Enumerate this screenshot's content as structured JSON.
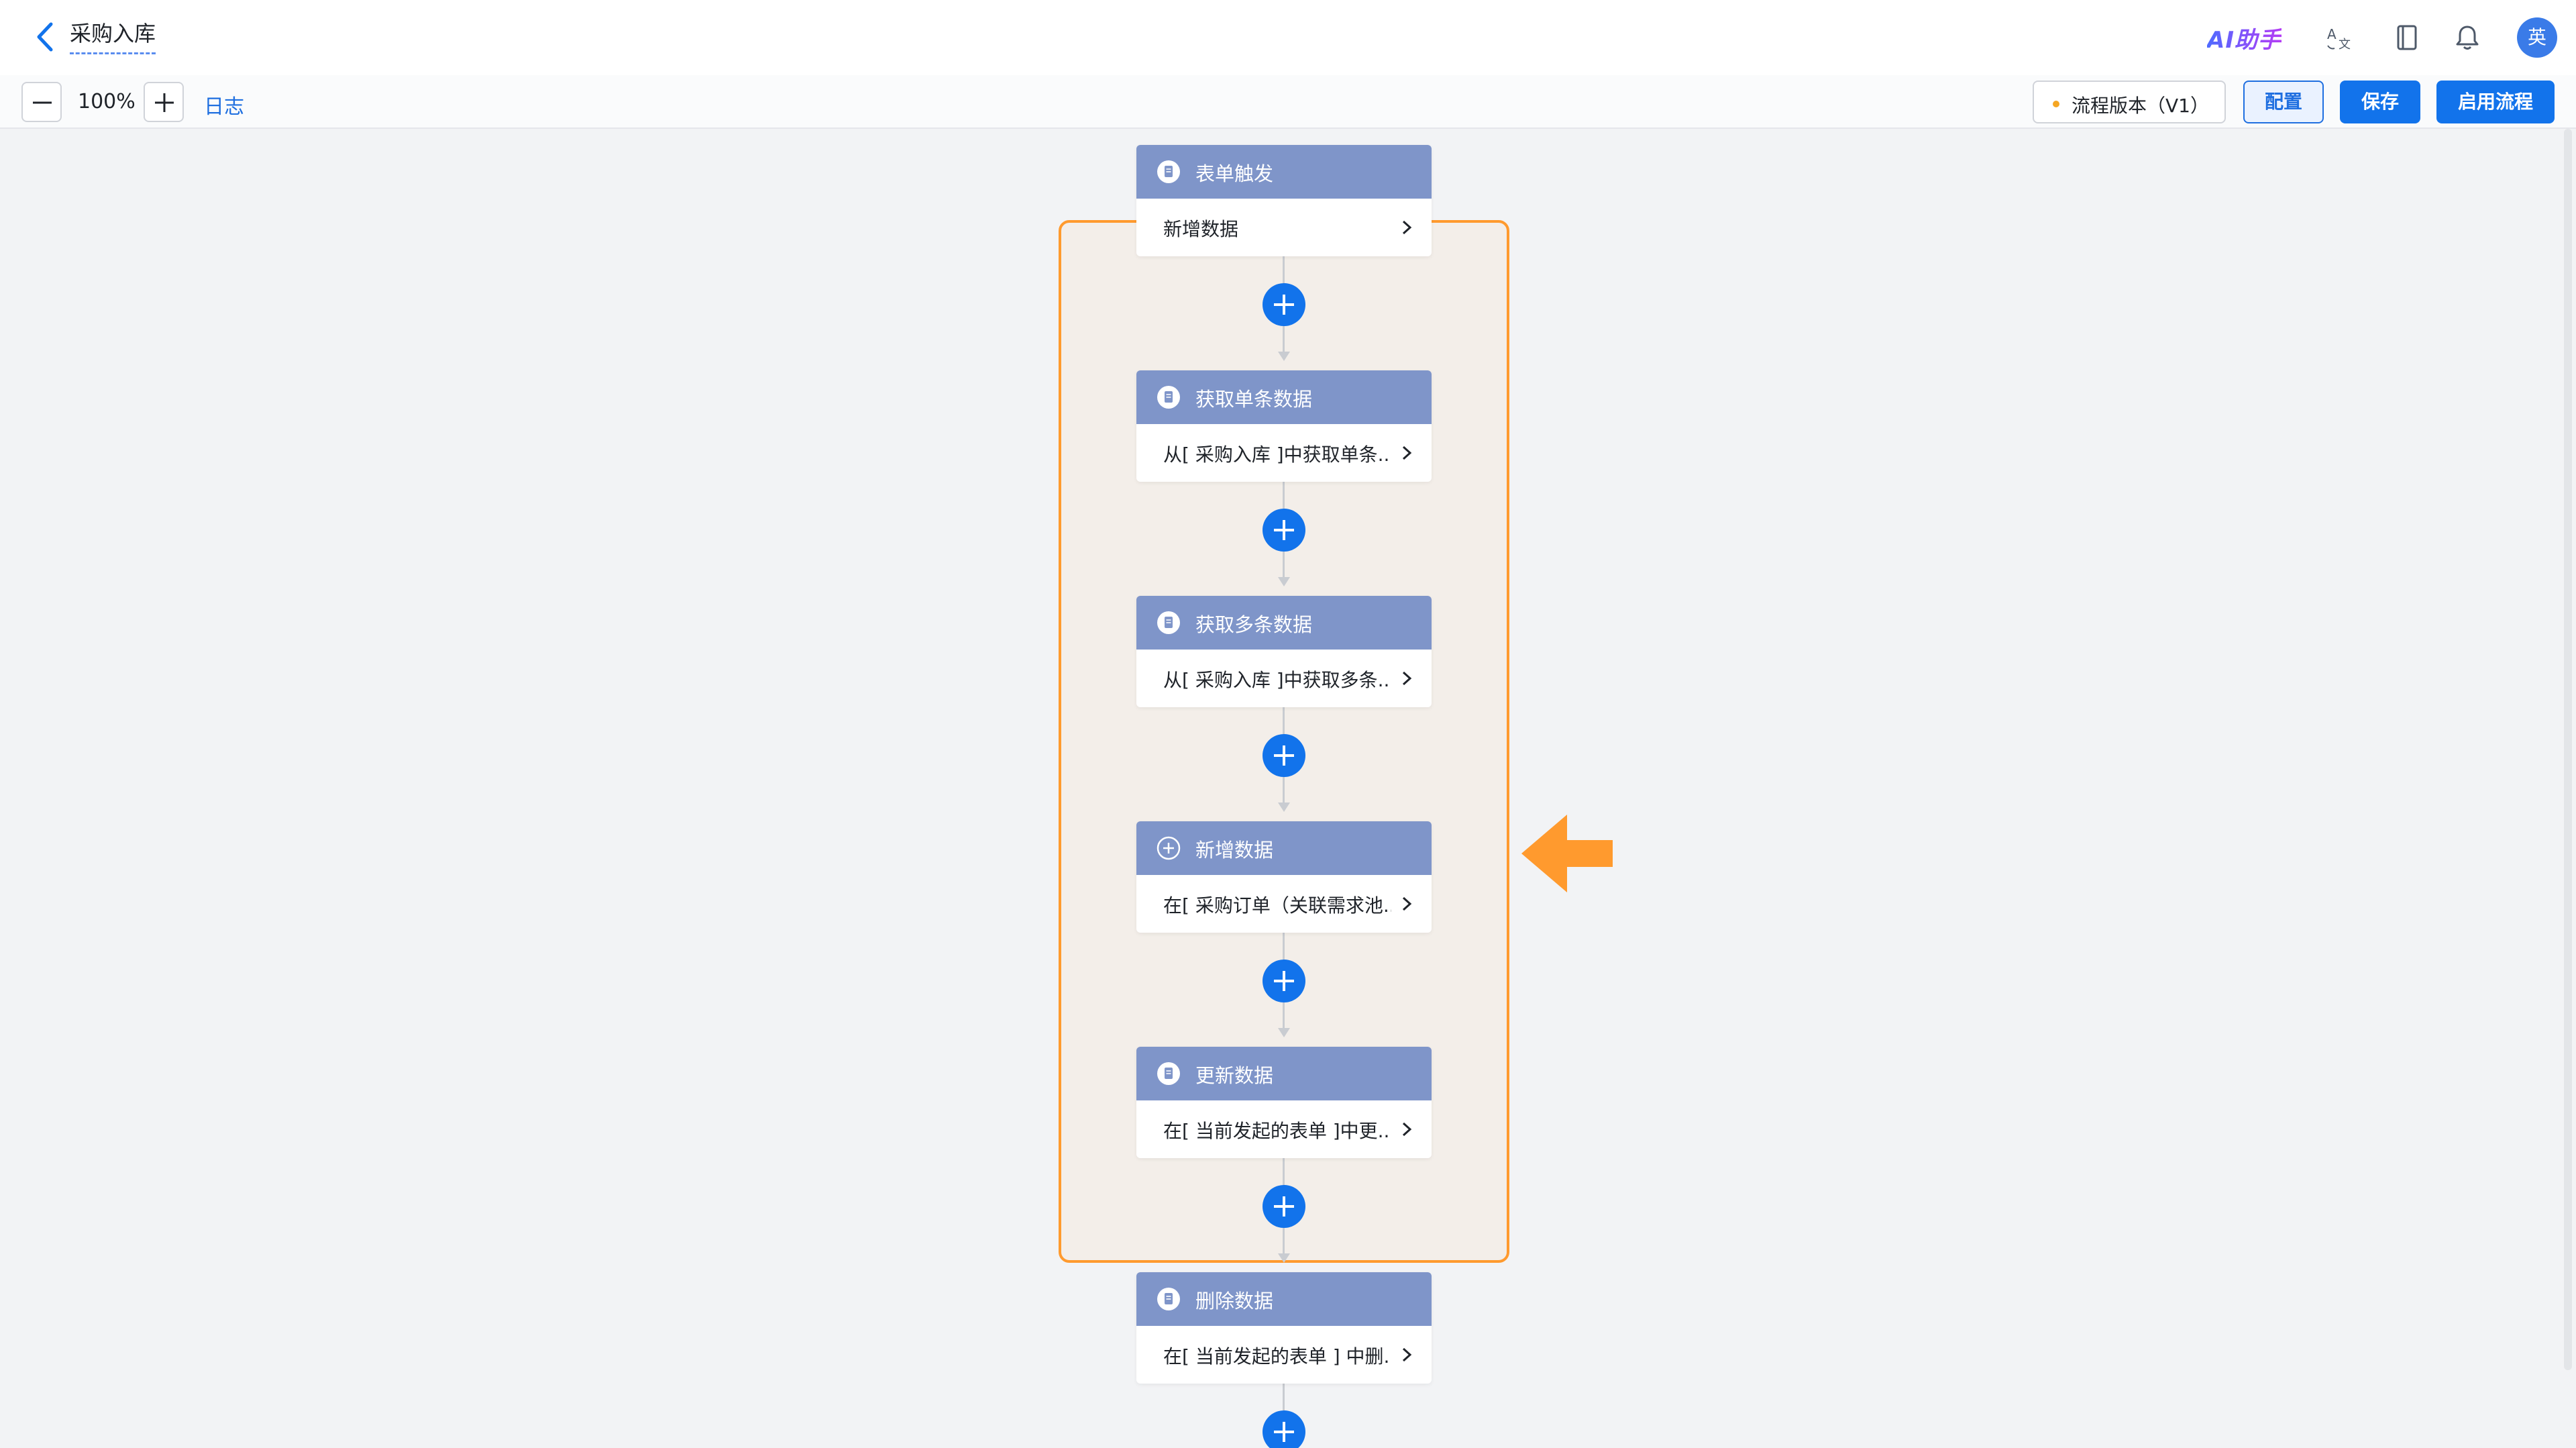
{
  "header": {
    "title": "采购入库",
    "ai_label": "AI助手",
    "avatar_text": "英"
  },
  "toolbar": {
    "zoom": "100%",
    "log_label": "日志",
    "version_label": "流程版本（V1）",
    "config_label": "配置",
    "save_label": "保存",
    "enable_label": "启用流程"
  },
  "flow": {
    "nodes": [
      {
        "title": "表单触发",
        "desc": "新增数据",
        "icon": "form-icon"
      },
      {
        "title": "获取单条数据",
        "desc": "从[ 采购入库 ]中获取单条...",
        "icon": "form-icon"
      },
      {
        "title": "获取多条数据",
        "desc": "从[ 采购入库 ]中获取多条...",
        "icon": "form-icon"
      },
      {
        "title": "新增数据",
        "desc": "在[ 采购订单（关联需求池...",
        "icon": "plus-circle-icon"
      },
      {
        "title": "更新数据",
        "desc": "在[ 当前发起的表单 ]中更...",
        "icon": "form-icon"
      },
      {
        "title": "删除数据",
        "desc": "在[ 当前发起的表单 ] 中删...",
        "icon": "form-icon"
      }
    ]
  },
  "colors": {
    "primary": "#1273eb",
    "node_header": "#7f95c9",
    "group_border": "#ff9a2e",
    "group_fill": "#f3eee9",
    "arrow": "#ff9a2e"
  }
}
